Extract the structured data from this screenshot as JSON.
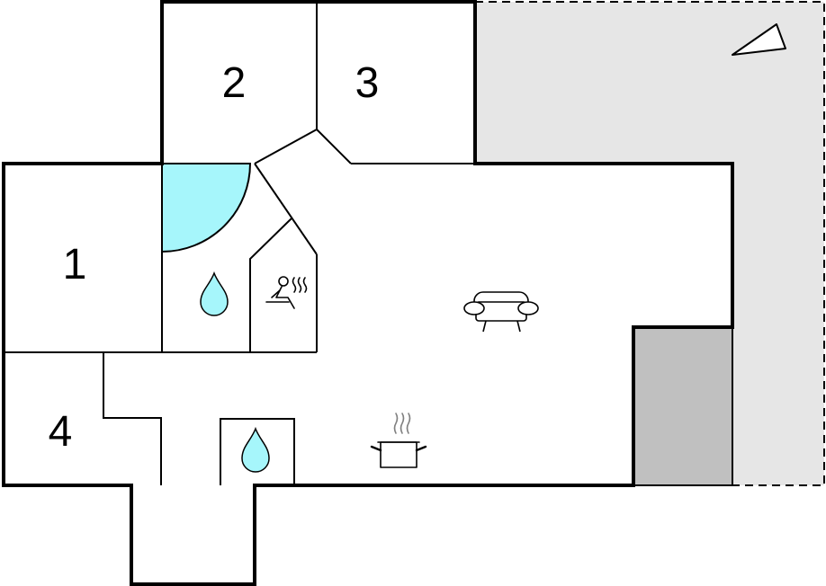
{
  "floorplan": {
    "rooms": [
      {
        "label": "1"
      },
      {
        "label": "2"
      },
      {
        "label": "3"
      },
      {
        "label": "4"
      }
    ],
    "icons": [
      {
        "name": "north-arrow-icon"
      },
      {
        "name": "bathroom-water-drop-icon"
      },
      {
        "name": "sauna-icon"
      },
      {
        "name": "sofa-icon"
      },
      {
        "name": "toilet-water-drop-icon"
      },
      {
        "name": "kitchen-pot-icon"
      }
    ],
    "colors": {
      "wall": "#000000",
      "terrace": "#e6e6e6",
      "covered_area": "#c0c0c0",
      "shower": "#a6f6fb",
      "water_drop": "#a6f6fb"
    }
  }
}
